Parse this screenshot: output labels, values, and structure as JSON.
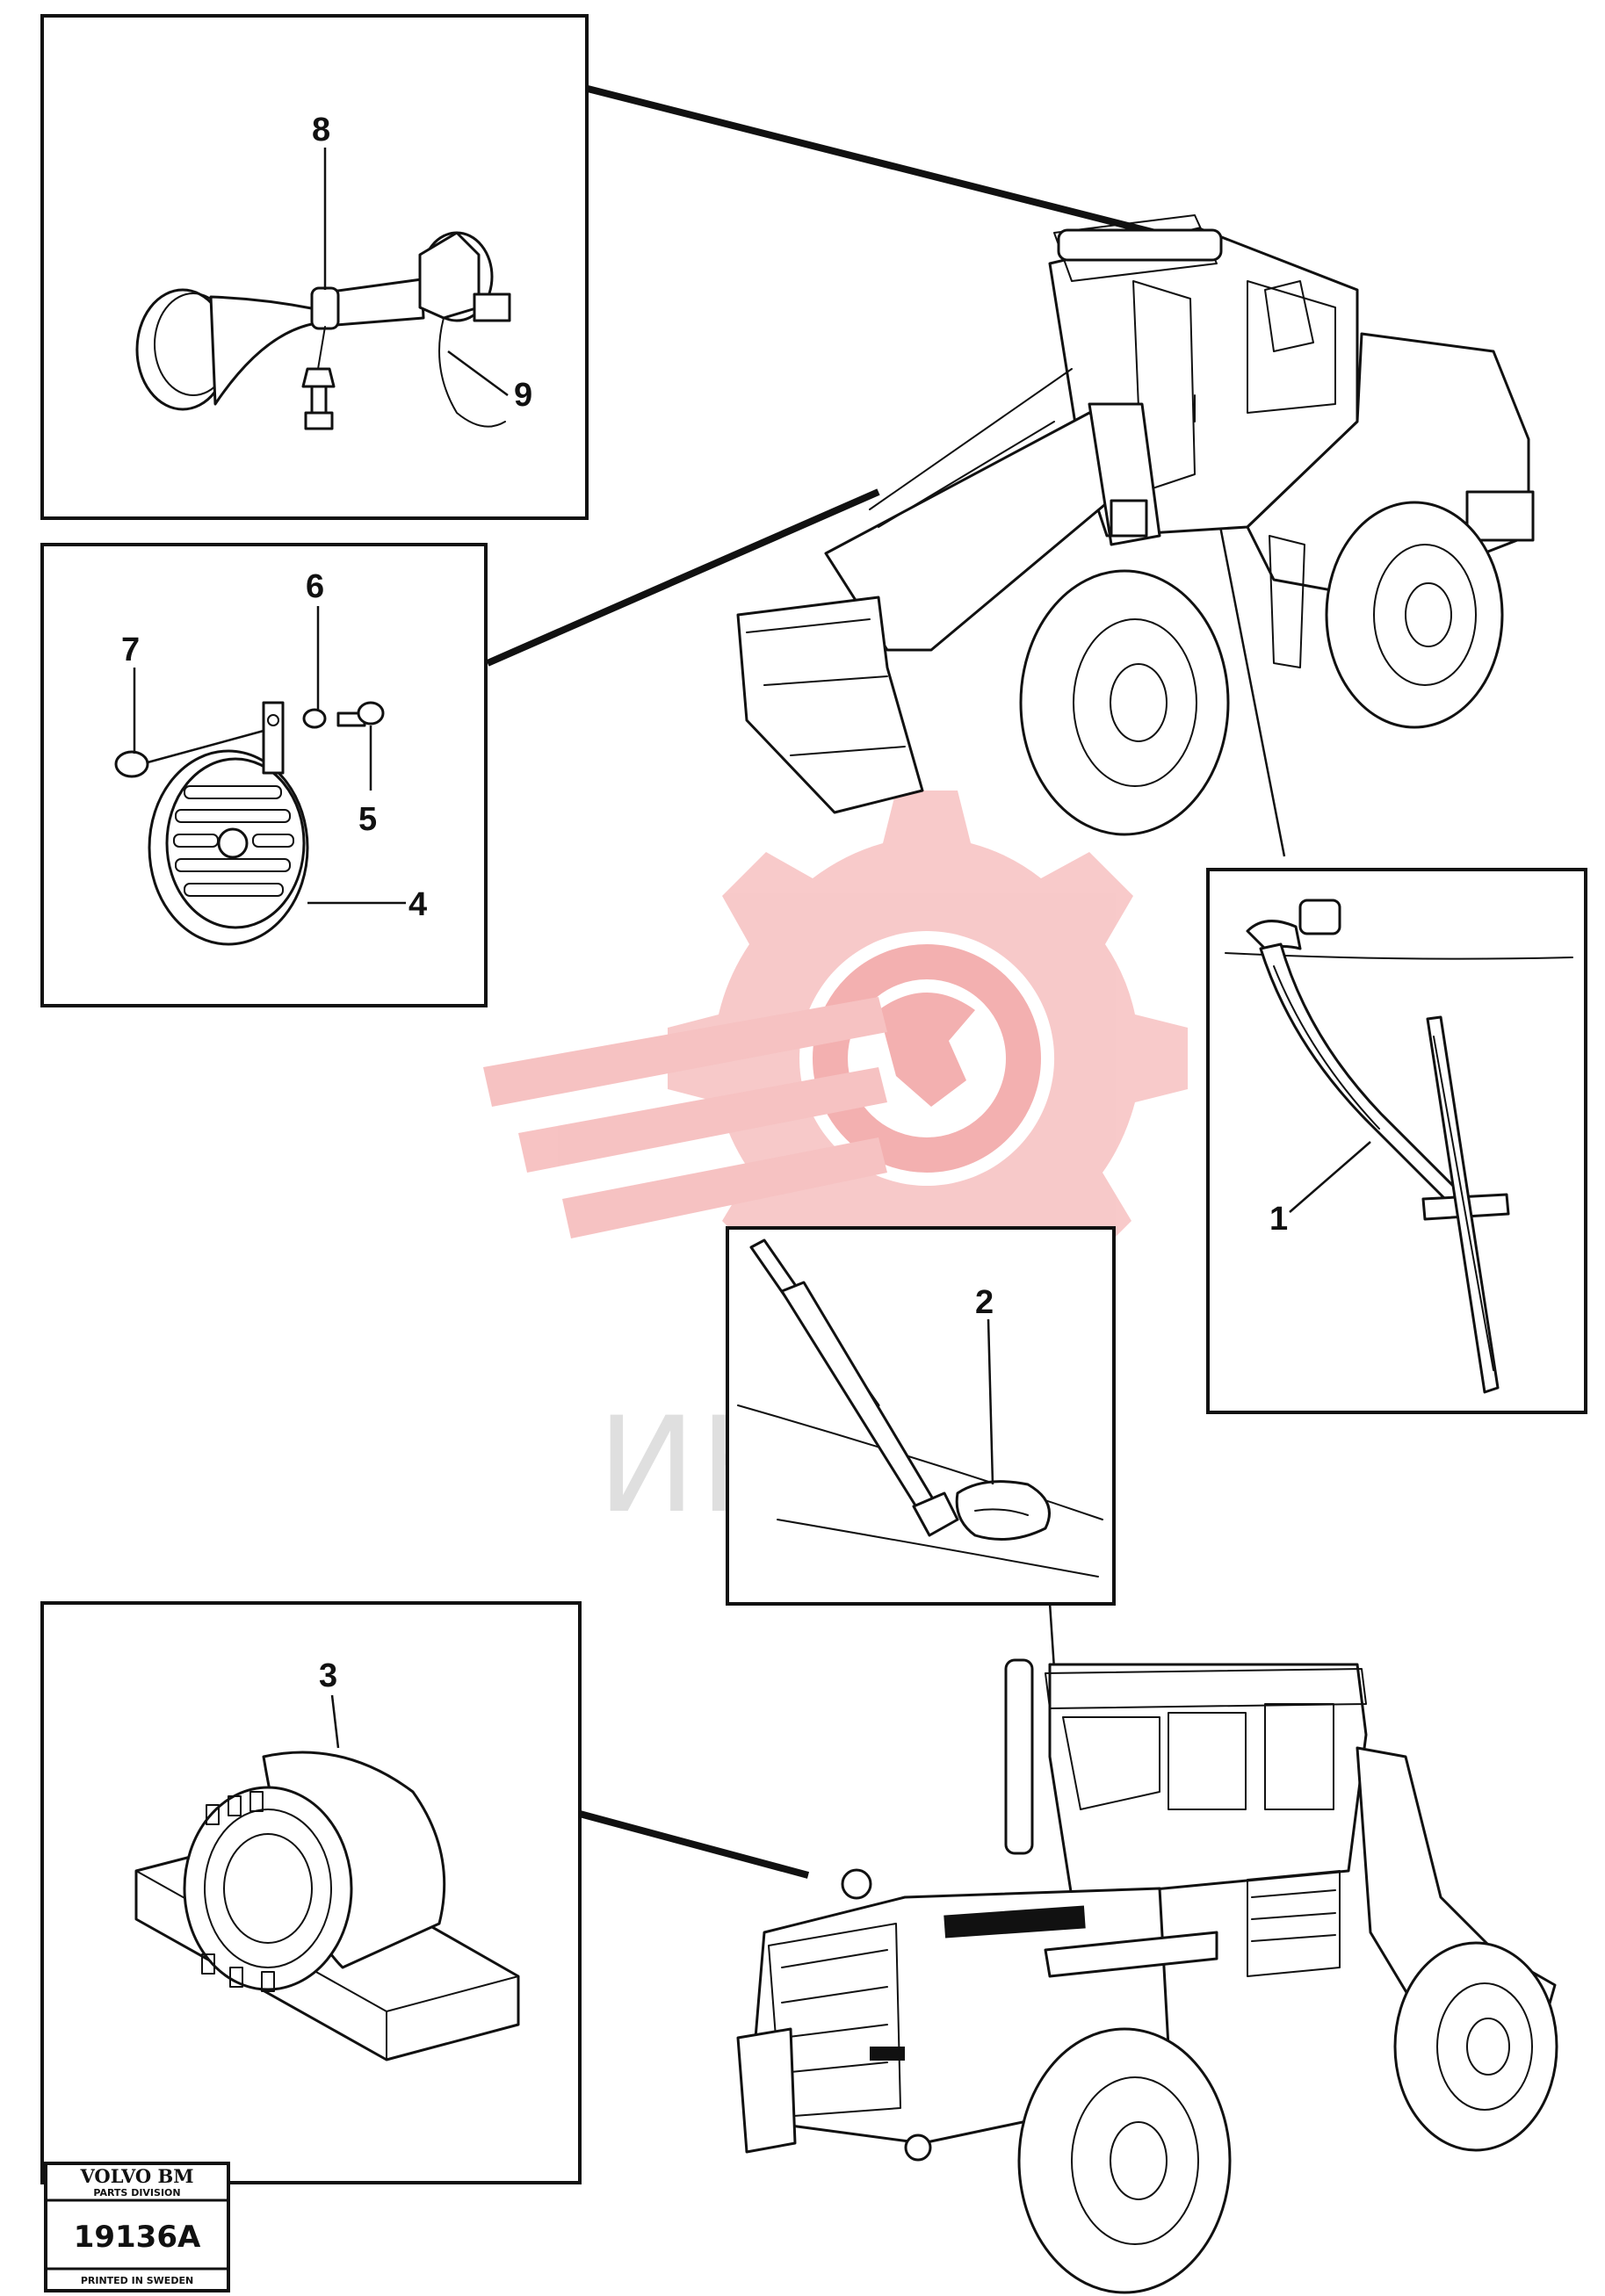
{
  "watermark": {
    "text": "ИНТЕХ",
    "color": "#f5b5b5"
  },
  "callouts": {
    "c1": "1",
    "c2": "2",
    "c3": "3",
    "c4": "4",
    "c5": "5",
    "c6": "6",
    "c7": "7",
    "c8": "8",
    "c9": "9"
  },
  "stamp": {
    "brand": "VOLVO BM",
    "division": "PARTS DIVISION",
    "number": "19136A",
    "printed": "PRINTED IN SWEDEN"
  }
}
